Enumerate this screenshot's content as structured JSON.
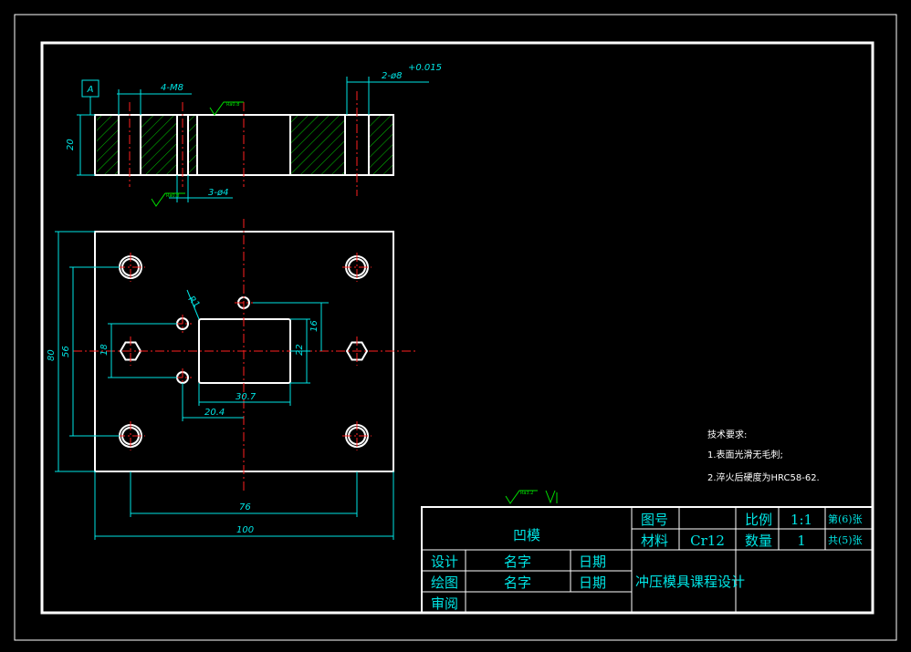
{
  "drawing": {
    "top_view": {
      "datum_label": "A",
      "thread_label": "4-M8",
      "pin_hole_label": "2-ø8",
      "pin_hole_tolerance": "+0.015",
      "small_hole_label": "3-ø4",
      "height_dim": "20",
      "roughness_label": "Ra0.8"
    },
    "plan_view": {
      "radius_label": "R1",
      "dim_16": "16",
      "dim_18": "18",
      "dim_22": "22",
      "dim_56": "56",
      "dim_80": "80",
      "dim_30_7": "30.7",
      "dim_20_4": "20.4",
      "dim_76": "76",
      "dim_100": "100"
    },
    "tech_requirements": {
      "title": "技术要求:",
      "item1": "1.表面光滑无毛刺;",
      "item2": "2.淬火后硬度为HRC58-62."
    },
    "roughness_general": "Ra3.2",
    "title_block": {
      "part_name": "凹模",
      "drawing_no_label": "图号",
      "material_label": "材料",
      "material_value": "Cr12",
      "scale_label": "比例",
      "scale_value": "1:1",
      "quantity_label": "数量",
      "quantity_value": "1",
      "sheet_label": "第(6)张",
      "total_label": "共(5)张",
      "design_label": "设计",
      "draw_label": "绘图",
      "review_label": "审阅",
      "name1": "名字",
      "name2": "名字",
      "date_label1": "日期",
      "date_label2": "日期",
      "course": "冲压模具课程设计"
    }
  }
}
